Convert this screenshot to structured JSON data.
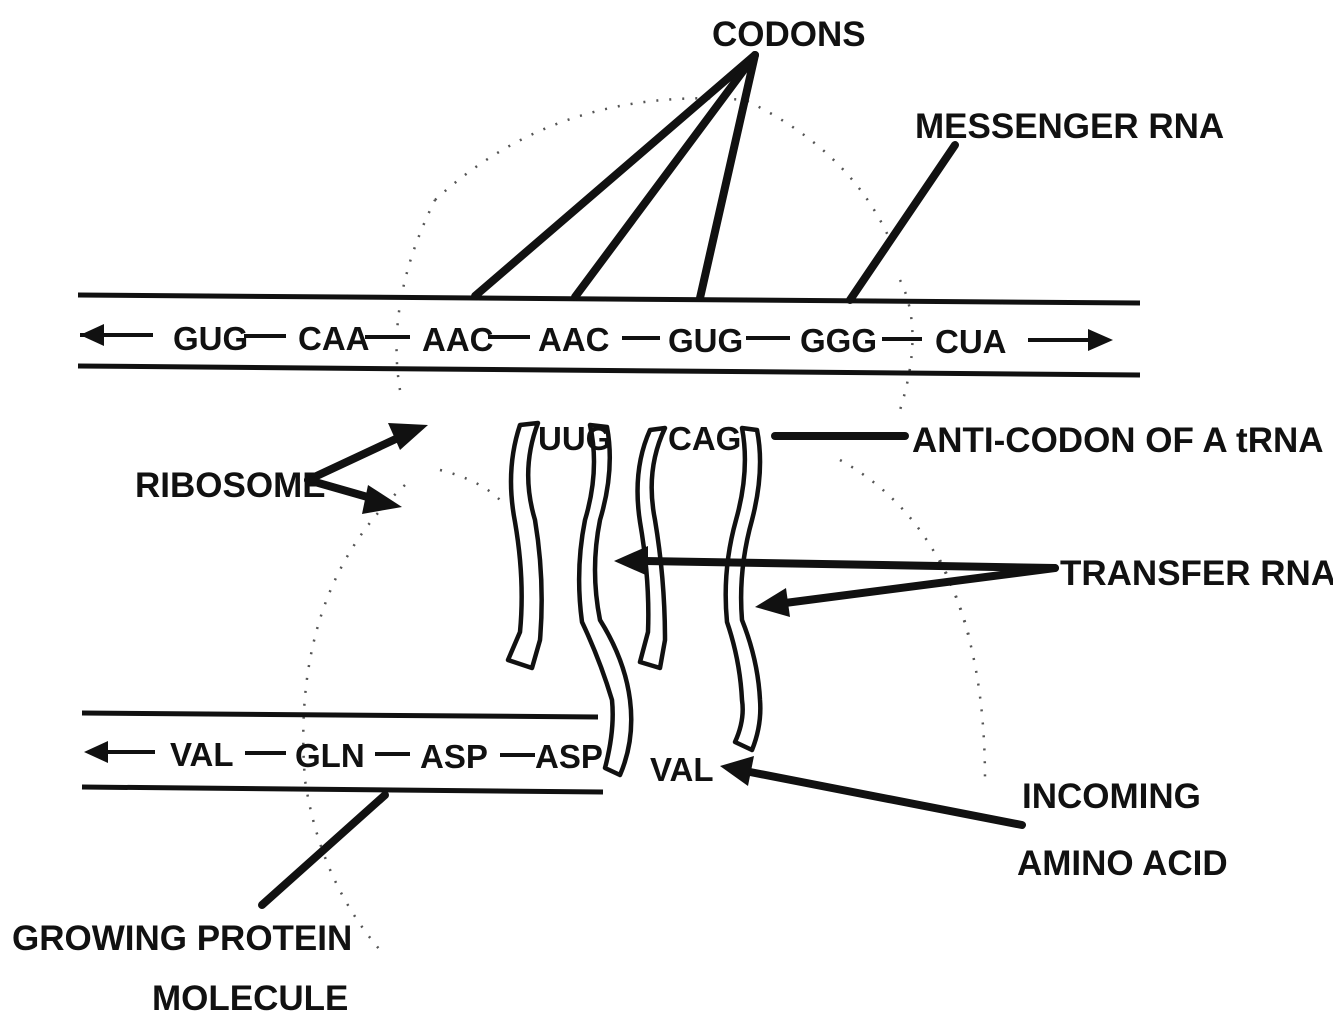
{
  "labels": {
    "codons": "CODONS",
    "messenger_rna": "MESSENGER RNA",
    "anticodon": "ANTI-CODON OF A tRNA",
    "ribosome": "RIBOSOME",
    "transfer_rna": "TRANSFER RNA.",
    "incoming_line1": "INCOMING",
    "incoming_line2": "AMINO ACID",
    "growing_line1": "GROWING PROTEIN",
    "growing_line2": "MOLECULE"
  },
  "mrna": {
    "codons": [
      "GUG",
      "CAA",
      "AAC",
      "AAC",
      "GUG",
      "GGG",
      "CUA"
    ]
  },
  "trna": {
    "anticodons": [
      "UUG",
      "CAG"
    ]
  },
  "protein": {
    "residues": [
      "VAL",
      "GLN",
      "ASP",
      "ASP"
    ],
    "incoming": "VAL"
  }
}
